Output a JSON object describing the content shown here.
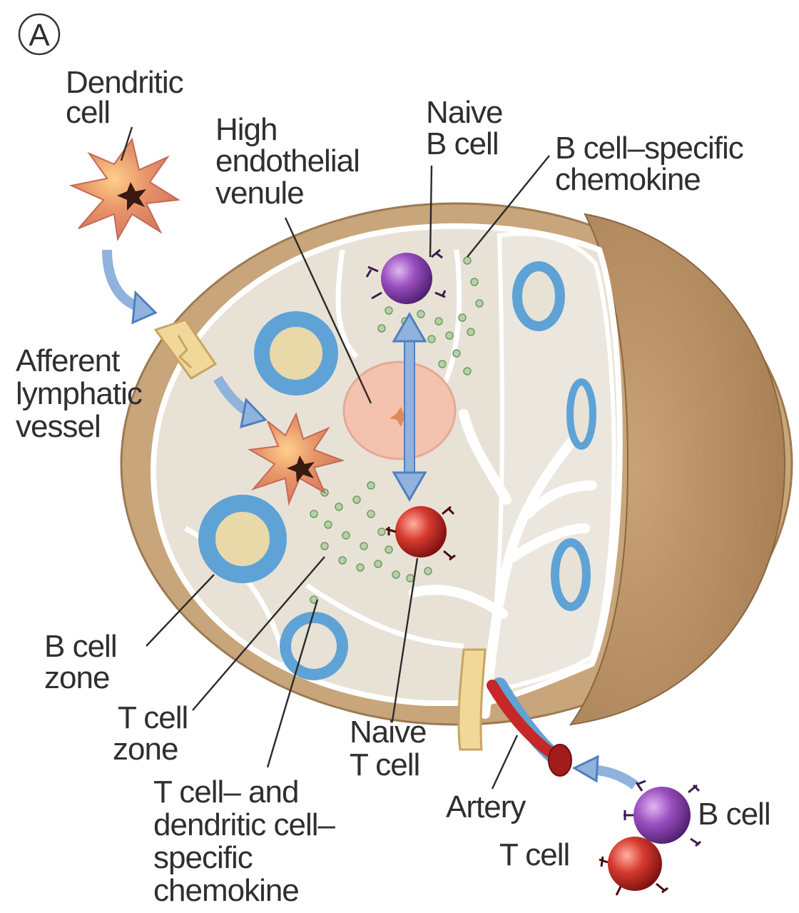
{
  "panel_letter": "A",
  "labels": {
    "dendritic_cell": [
      "Dendritic",
      "cell"
    ],
    "hev": [
      "High",
      "endothelial",
      "venule"
    ],
    "naive_b_cell": [
      "Naive",
      "B cell"
    ],
    "b_chemokine": [
      "B cell–specific",
      "chemokine"
    ],
    "afferent": [
      "Afferent",
      "lymphatic",
      "vessel"
    ],
    "b_zone": [
      "B cell",
      "zone"
    ],
    "t_zone": [
      "T cell",
      "zone"
    ],
    "naive_t_cell": [
      "Naive",
      "T cell"
    ],
    "t_dc_chemokine": [
      "T cell– and",
      "dendritic cell–",
      "specific",
      "chemokine"
    ],
    "artery": "Artery",
    "b_cell": "B cell",
    "t_cell": "T cell"
  },
  "colors": {
    "capsule": "#c8a57a",
    "cortex": "#e8e2d6",
    "follicle": "#5fa3d6",
    "b_cell": "#7d3fa0",
    "t_cell": "#c62828",
    "dendritic": "#e8a088",
    "chemokine_dots": "#a9c8a0",
    "arrows": "#8fb3dd"
  }
}
